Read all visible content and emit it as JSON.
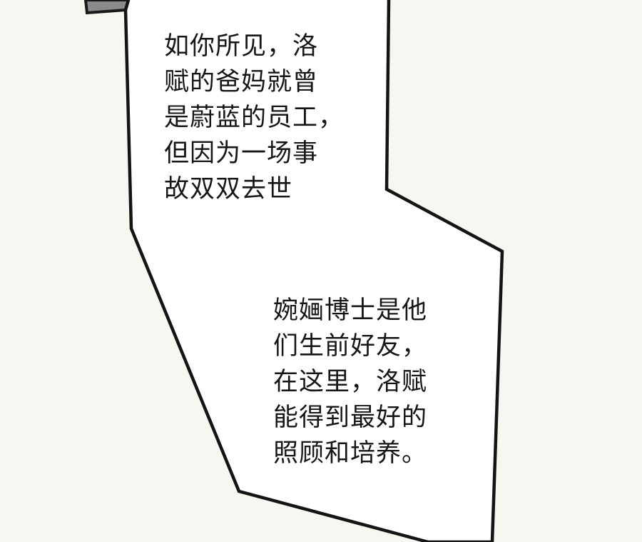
{
  "panel": {
    "background": "#f8f6f1",
    "ink": "#161616",
    "screentone": "#8a8a8a"
  },
  "caption_1": {
    "lines": [
      "如你所见，洛",
      "赋的爸妈就曾",
      "是蔚蓝的员工，",
      "但因为一场事",
      "故双双去世"
    ]
  },
  "caption_2": {
    "lines": [
      "婉婳博士是他",
      "们生前好友，",
      "在这里，洛赋",
      "能得到最好的",
      "照顾和培养。"
    ]
  }
}
